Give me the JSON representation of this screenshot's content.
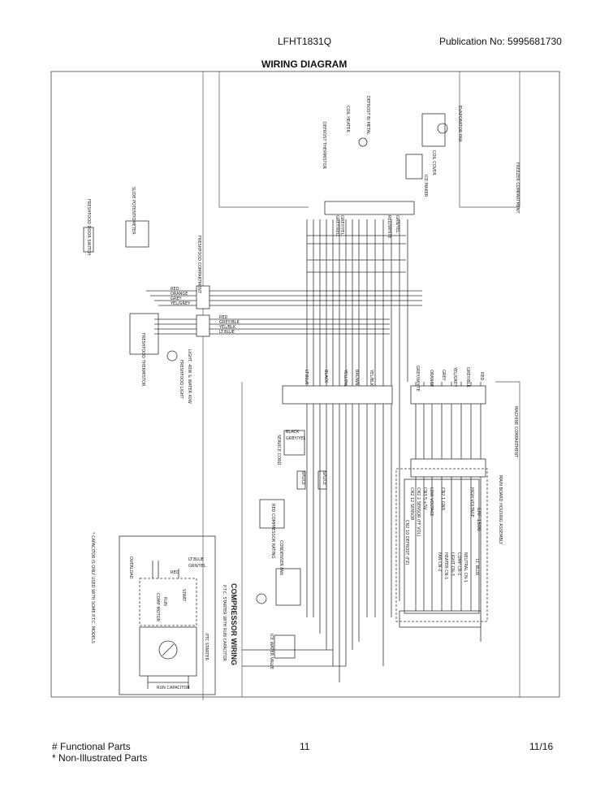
{
  "header": {
    "model": "LFHT1831Q",
    "publication": "Publication No:  5995681730",
    "title": "WIRING DIAGRAM"
  },
  "footer": {
    "legend_functional": "# Functional Parts",
    "legend_non_illustrated": "* Non-Illustrated Parts",
    "page_number": "11",
    "date": "11/16"
  },
  "diagram": {
    "freezer_compartment": "FREEZER COMPARTMENT",
    "fresh_food_compartment": "FRESHFOOD COMPARTMENT",
    "machine_compartment": "MACHINE COMPARTMENT",
    "evaporator_fan": "EVAPORATOR FAN",
    "coil_cover": "COIL COVER",
    "ice_maker": "ICE MAKER",
    "defrost_bi_metal": "DEFROST BI METAL",
    "coil_heater": "COIL HEATER",
    "defrost_thermistor": "DEFROST THERMISTOR",
    "freshfood_door_switch": "FRESHFOOD DOOR SWITCH",
    "slide_potentiometer": "SLIDE POTENTIOMETER",
    "freshfood_thermistor": "FRESHFOOD THERMISTOR",
    "freshfood_light": "FRESHFOOD LIGHT",
    "light_note": "LIGHT, 40W & WATER 40W",
    "service_cord": "SERVICE CORD",
    "fuse_a": "SPLICE",
    "fuse_b": "SPLICE",
    "condenser_fan": "CONDENSER FAN",
    "defrost_timer": "RED COMPRESSOR RATING",
    "ice_water_valve": "ICE WATER VALVE",
    "main_board": "MAIN BOARD HOUSING ASSEMBLY",
    "erf": "ERF-1500",
    "compressor_wiring": "COMPRESSOR WIRING",
    "ptc_note": "P.T.C. STARTER WITH RUN CAPACITOR",
    "overload": "OVERLOAD",
    "comp_motor": "COMP MOTOR",
    "run": "RUN",
    "start": "START",
    "ptc_starter": "PTC STARTER",
    "run_capacitor": "RUN CAPACITOR",
    "capacitor_note": "* CAPACITOR IS ONLY USED WITH SOME P.T.C. MODELS",
    "lt_blue": "LT.BLUE",
    "grn_yel": "GRN/YEL",
    "red": "RED",
    "black": "BLACK",
    "grey_yel": "GREY/YEL",
    "wire_colors": [
      "LT.BLUE",
      "BLACK",
      "YELLOW",
      "BROWN",
      "YEL/BLK",
      "GREY/WHITE",
      "ORANGE",
      "GREY",
      "YEL/GREY",
      "GREY/BLK",
      "RED",
      "RED/WHITE",
      "GRN/YEL",
      "GREY/RED",
      "GREY/YEL"
    ],
    "board_labels": [
      "HIGH VOLTAGE",
      "LT. BLUE",
      "NEUTRAL CN-1",
      "COMP CN-1",
      "LIGHT CN-3",
      "HEATER CN-1",
      "FAN CN-2",
      "LOW VOLTAGE",
      "CN3 5 +5V",
      "CN2 2 SENSOR (FF VOL)",
      "CN2 12 SENSOR",
      "CN2 1 GND",
      "CN2 10 DEFROST (FZ)"
    ],
    "left_labels": [
      "RED",
      "ORANGE",
      "GREY",
      "YEL/GREY",
      "RED",
      "GREY/BLK",
      "YEL/BLK",
      "LT.BLUE"
    ]
  }
}
